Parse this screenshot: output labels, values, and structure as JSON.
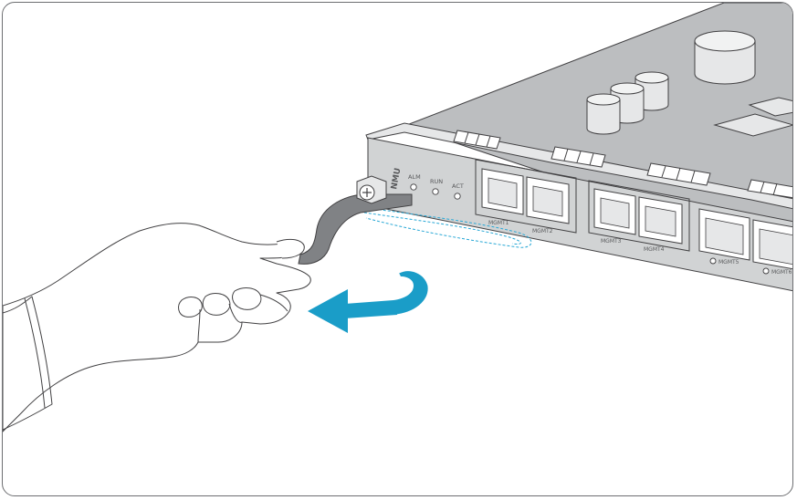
{
  "module": {
    "name": "NMU",
    "leds": [
      "ALM",
      "RUN",
      "ACT"
    ],
    "ports": [
      "MGMT1",
      "MGMT2",
      "MGMT3",
      "MGMT4",
      "MGMT5",
      "MGMT6"
    ]
  },
  "colors": {
    "arrow": "#1a9dc8",
    "panel": "#d1d3d4",
    "board": "#bcbec0",
    "dashed": "#29a8d6",
    "outline": "#414042",
    "handle": "#808285"
  },
  "icons": [
    "hand-illustration",
    "rotate-arrow-icon",
    "captive-screw-icon",
    "ejector-lever"
  ]
}
